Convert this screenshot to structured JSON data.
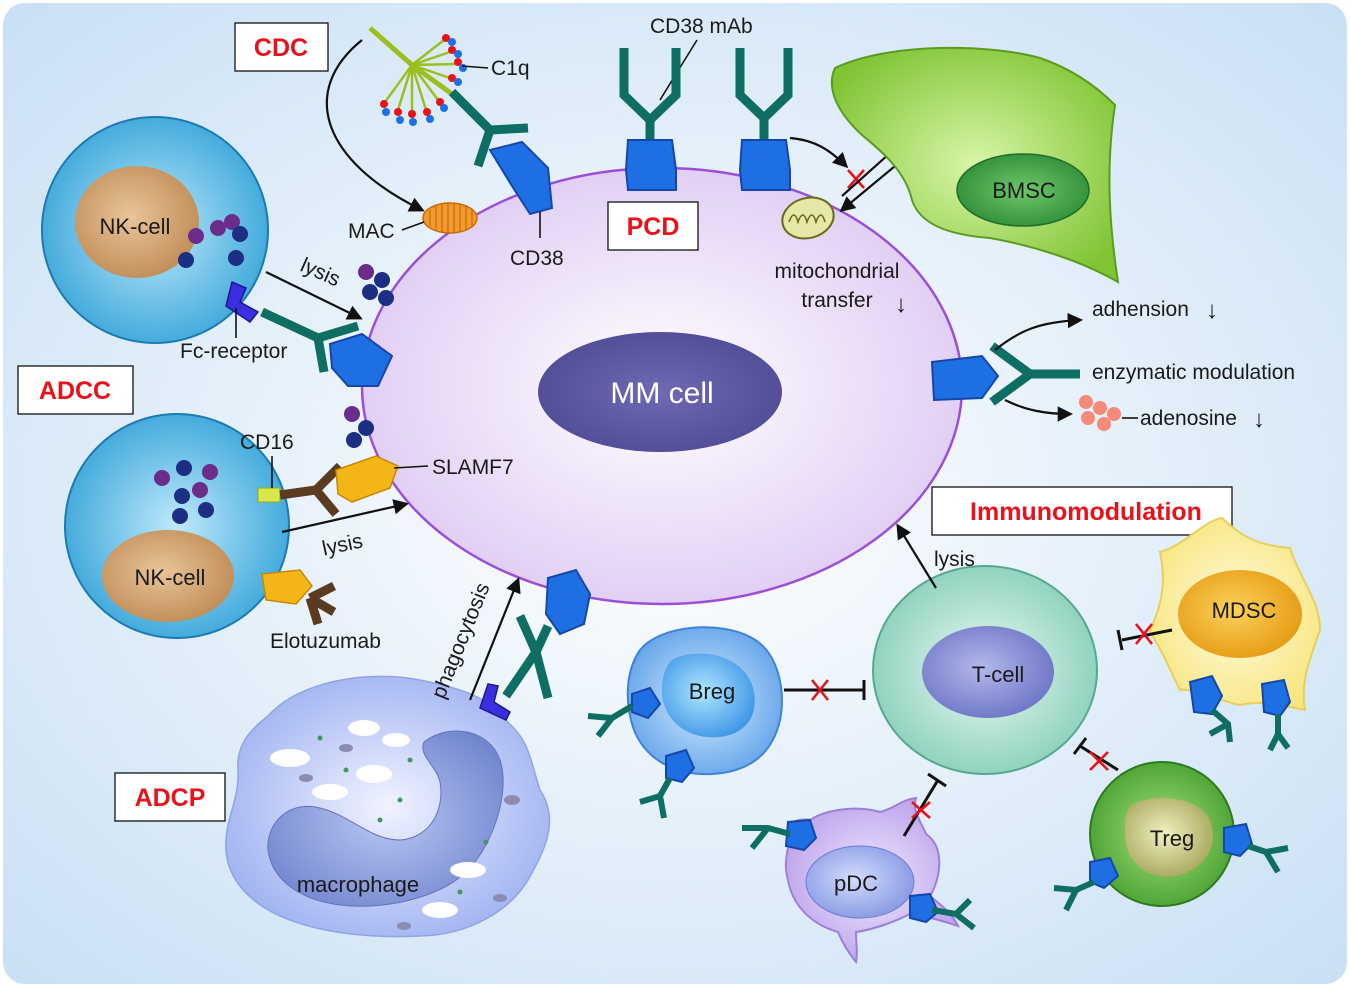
{
  "mechanisms": {
    "cdc": "CDC",
    "pcd": "PCD",
    "adcc": "ADCC",
    "adcp": "ADCP",
    "immunomodulation": "Immunomodulation"
  },
  "cells": {
    "mm": "MM cell",
    "nk_top": "NK-cell",
    "nk_bottom": "NK-cell",
    "bmsc": "BMSC",
    "macrophage": "macrophage",
    "breg": "Breg",
    "tcell": "T-cell",
    "mdsc": "MDSC",
    "pdc": "pDC",
    "treg": "Treg"
  },
  "labels": {
    "cd38_mab": "CD38 mAb",
    "c1q": "C1q",
    "mac": "MAC",
    "cd38": "CD38",
    "lysis_top": "lysis",
    "fc_receptor": "Fc-receptor",
    "cd16": "CD16",
    "slamf7": "SLAMF7",
    "lysis_bottom": "lysis",
    "elotuzumab": "Elotuzumab",
    "phagocytosis": "phagocytosis",
    "mito_line1": "mitochondrial",
    "mito_line2": "transfer",
    "down_arrow": "↓",
    "adhesion": "adhension",
    "adhesion_arrow": "↓",
    "enzymatic": "enzymatic modulation",
    "adenosine": "adenosine",
    "adenosine_arrow": "↓",
    "lysis_tcell": "lysis"
  },
  "colors": {
    "background": "#dcebf8",
    "mm_membrane": "#9b4fd8",
    "antibody": "#0f6e63",
    "cd38_receptor": "#1e6fe4",
    "mechanism_text": "#e8121a",
    "inhibition_cross": "#e8121a"
  }
}
